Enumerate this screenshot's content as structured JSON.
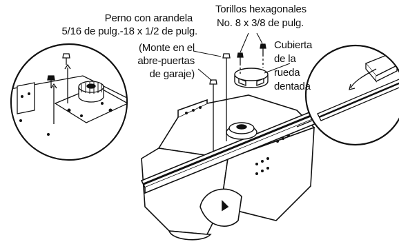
{
  "labels": {
    "bolt_title_1": "Perno con arandela",
    "bolt_title_2": "5/16 de pulg.-18 x 1/2 de pulg.",
    "bolt_note_1": "(Monte en el",
    "bolt_note_2": "abre-puertas",
    "bolt_note_3": "de garaje)",
    "screws_1": "Torillos hexagonales",
    "screws_2": "No. 8 x 3/8 de pulg.",
    "cover_1": "Cubierta",
    "cover_2": "de la",
    "cover_3": "rueda",
    "cover_4": "dentada"
  },
  "colors": {
    "ink": "#111111",
    "paper": "#ffffff",
    "shade": "#d9d9d9"
  }
}
